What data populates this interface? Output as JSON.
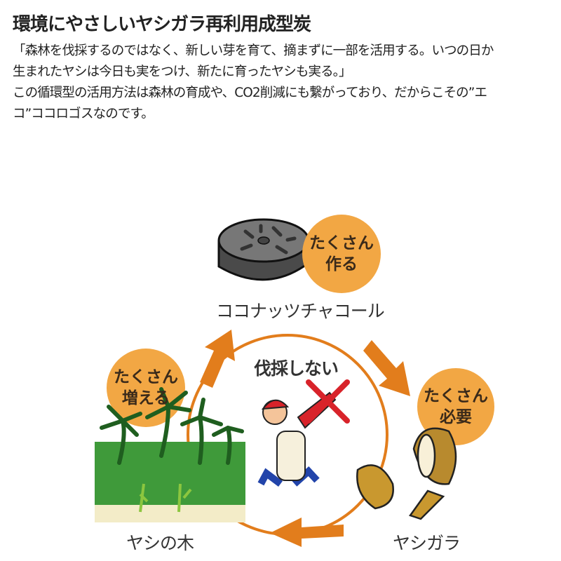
{
  "title": "環境にやさしいヤシガラ再利用成型炭",
  "paragraph": [
    "「森林を伐採するのではなく、新しい芽を育て、摘まずに一部を活用する。いつの日か",
    "生まれたヤシは今日も実をつけ、新たに育ったヤシも実る。」",
    "この循環型の活用方法は森林の育成や、CO2削減にも繋がっており、だからこその”エ",
    "コ”ココロゴスなのです。"
  ],
  "diagram": {
    "charcoal_label": "ココナッツチャコール",
    "charcoal_bubble": [
      "たくさん",
      "作る"
    ],
    "center_label": "伐採しない",
    "tree_bubble": [
      "たくさん",
      "増える"
    ],
    "tree_label": "ヤシの木",
    "shell_bubble": [
      "たくさん",
      "必要"
    ],
    "shell_label": "ヤシガラ"
  },
  "colors": {
    "orange": "#e27d1c",
    "bubble": "#f2a744",
    "red": "#d8232a"
  }
}
